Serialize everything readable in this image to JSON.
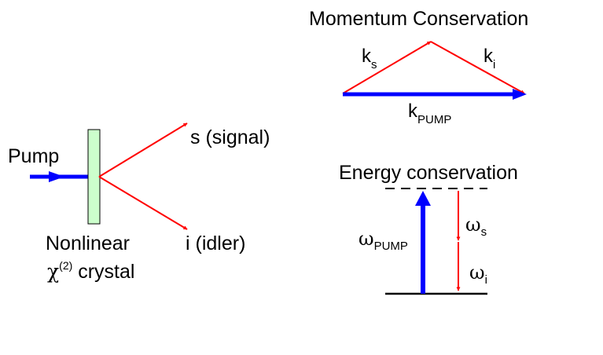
{
  "colors": {
    "pump": "#0000ff",
    "signal_idler": "#ff0000",
    "crystal_fill": "#ccffcc",
    "line": "#000000"
  },
  "parametric_process": {
    "pump_label": "Pump",
    "crystal_label_line1": "Nonlinear",
    "crystal_label_chi": "χ",
    "crystal_label_order": "(2)",
    "crystal_label_rest": " crystal",
    "signal_label": "s (signal)",
    "idler_label": "i (idler)"
  },
  "momentum": {
    "title": "Momentum Conservation",
    "k_signal_symbol": "k",
    "k_signal_sub": "s",
    "k_idler_symbol": "k",
    "k_idler_sub": "i",
    "k_pump_symbol": "k",
    "k_pump_sub": "PUMP"
  },
  "energy": {
    "title": "Energy conservation",
    "omega_pump_symbol": "ω",
    "omega_pump_sub": "PUMP",
    "omega_signal_symbol": "ω",
    "omega_signal_sub": "s",
    "omega_idler_symbol": "ω",
    "omega_idler_sub": "i"
  }
}
